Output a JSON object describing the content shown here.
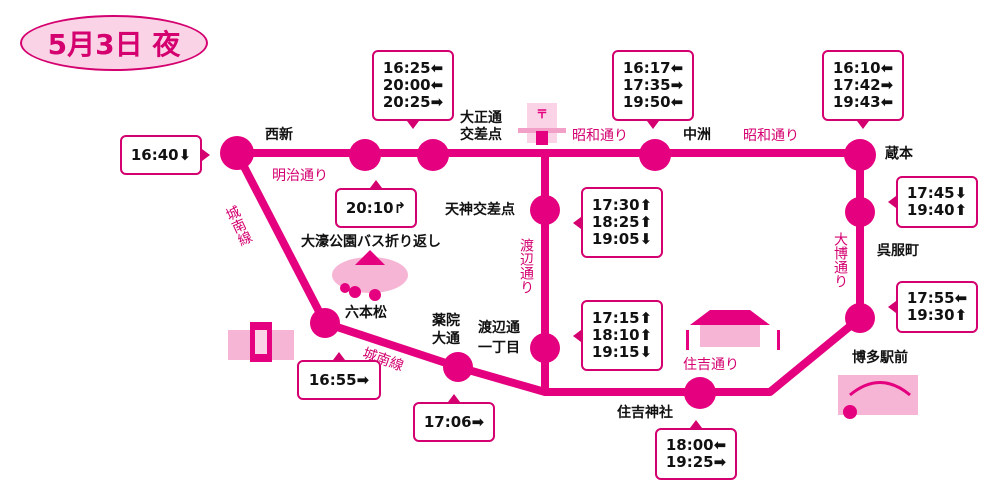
{
  "title": "5月3日 夜",
  "colors": {
    "accent": "#e4007f",
    "box_border": "#d4006f"
  },
  "stations": {
    "nishijin": "西新",
    "taisho1": "大正通",
    "taisho2": "交差点",
    "nakasu": "中洲",
    "kuramoto": "蔵本",
    "tenjin": "天神交差点",
    "gofuku": "呉服町",
    "ohori": "大濠公園バス折り返し",
    "ropponmatsu": "六本松",
    "yakuin1": "薬院",
    "yakuin2": "大通",
    "watanabe1": "渡辺通",
    "watanabe2": "一丁目",
    "sumiyoshi": "住吉神社",
    "hakata": "博多駅前"
  },
  "roads": {
    "meiji": "明治通り",
    "jonan1": "城南線",
    "showa1": "昭和通り",
    "showa2": "昭和通り",
    "watanabe": "渡辺通り",
    "taihaku": "大博通り",
    "jonan2": "城南線",
    "sumiyoshi": "住吉通り"
  },
  "times": {
    "nishijin": [
      "16:40⬇"
    ],
    "ohori": [
      "20:10↱"
    ],
    "taisho": [
      "16:25⬅",
      "20:00⬅",
      "20:25➡"
    ],
    "nakasu": [
      "16:17⬅",
      "17:35➡",
      "19:50⬅"
    ],
    "kuramoto": [
      "16:10⬅",
      "17:42➡",
      "19:43⬅"
    ],
    "tenjin": [
      "17:30⬆",
      "18:25⬆",
      "19:05⬇"
    ],
    "gofuku": [
      "17:45⬇",
      "19:40⬆"
    ],
    "watanabe": [
      "17:15⬆",
      "18:10⬆",
      "19:15⬇"
    ],
    "hakata": [
      "17:55⬅",
      "19:30⬆"
    ],
    "ropponmatsu": [
      "16:55➡"
    ],
    "yakuin": [
      "17:06➡"
    ],
    "sumiyoshi": [
      "18:00⬅",
      "19:25➡"
    ]
  }
}
